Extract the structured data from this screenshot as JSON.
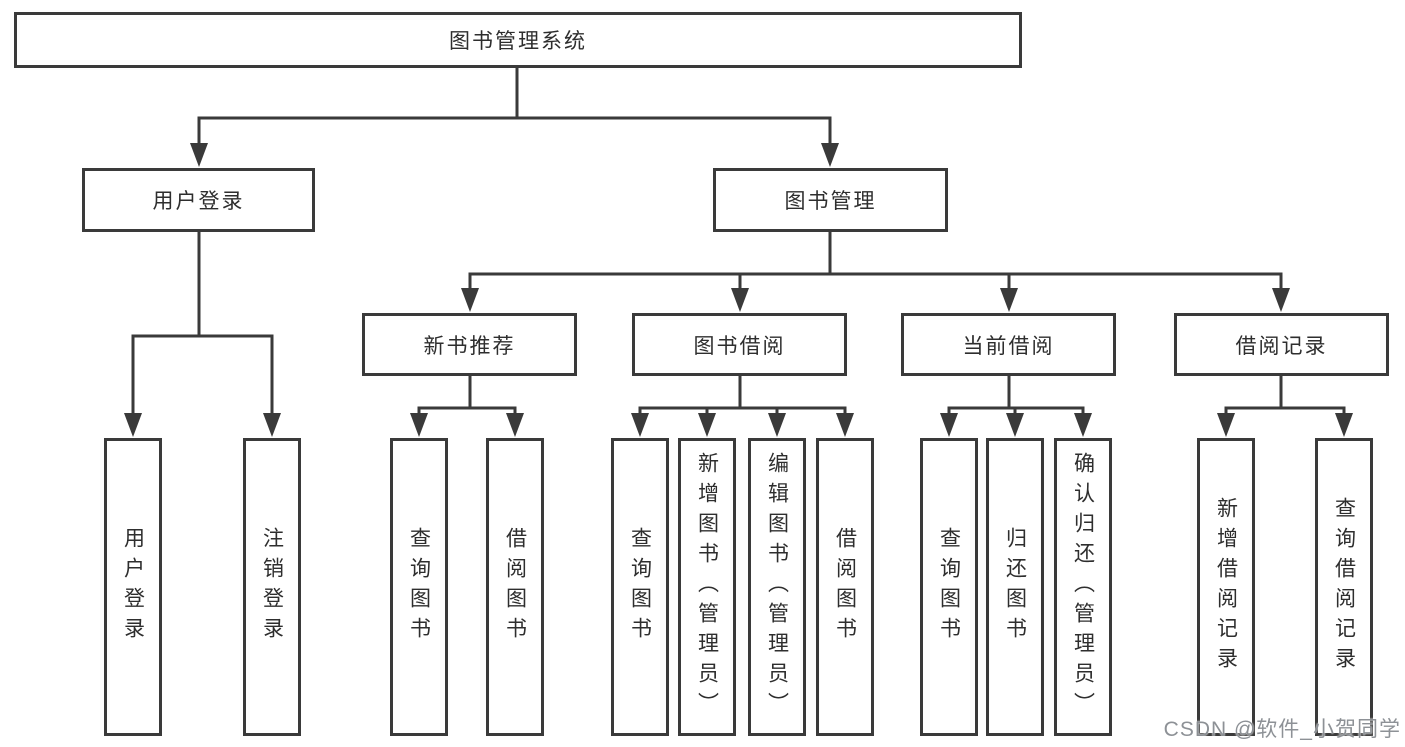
{
  "colors": {
    "line": "#3a3a3a",
    "box_border": "#3a3a3a",
    "text": "#2e2e2e",
    "background": "#ffffff",
    "watermark": "#7d8288"
  },
  "watermark": "CSDN @软件_小贺同学",
  "tree": {
    "root": "图书管理系统",
    "branches": [
      {
        "label": "用户登录",
        "children": [
          "用户登录",
          "注销登录"
        ]
      },
      {
        "label": "图书管理",
        "children": [
          {
            "label": "新书推荐",
            "children": [
              "查询图书",
              "借阅图书"
            ]
          },
          {
            "label": "图书借阅",
            "children": [
              "查询图书",
              "新增图书（管理员）",
              "编辑图书（管理员）",
              "借阅图书"
            ]
          },
          {
            "label": "当前借阅",
            "children": [
              "查询图书",
              "归还图书",
              "确认归还（管理员）"
            ]
          },
          {
            "label": "借阅记录",
            "children": [
              "新增借阅记录",
              "查询借阅记录"
            ]
          }
        ]
      }
    ]
  }
}
